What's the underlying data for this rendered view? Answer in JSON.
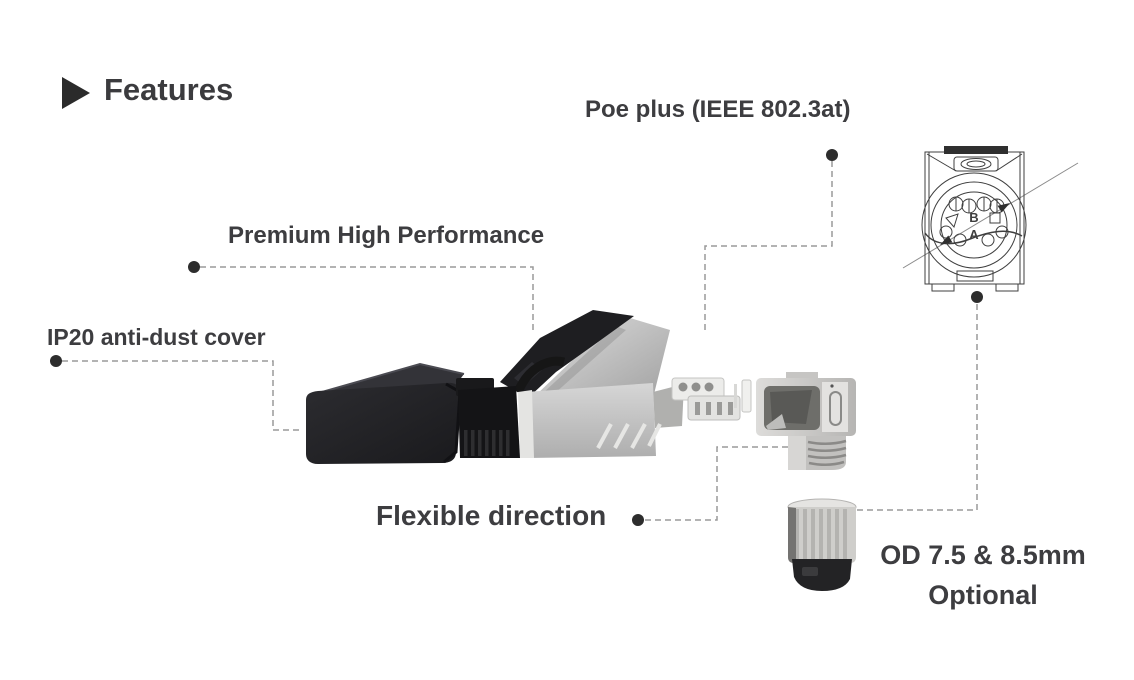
{
  "header": {
    "title": "Features"
  },
  "callouts": {
    "poe": {
      "label": "Poe plus (IEEE 802.3at)"
    },
    "premium": {
      "label": "Premium High Performance"
    },
    "ip20": {
      "label": "IP20 anti-dust cover"
    },
    "flexible": {
      "label": "Flexible direction"
    },
    "od": {
      "line1": "OD 7.5 & 8.5mm",
      "line2": "Optional"
    }
  },
  "rear_diagram": {
    "letter_b": "B",
    "letter_a": "A"
  },
  "colors": {
    "text": "#3d3d40",
    "dot": "#2d2d2d",
    "dash_line": "#9a9a9a",
    "black_part": "#1e1e21",
    "metal_part": "#c6c6c4",
    "diagram_stroke": "#3f3f3f"
  }
}
